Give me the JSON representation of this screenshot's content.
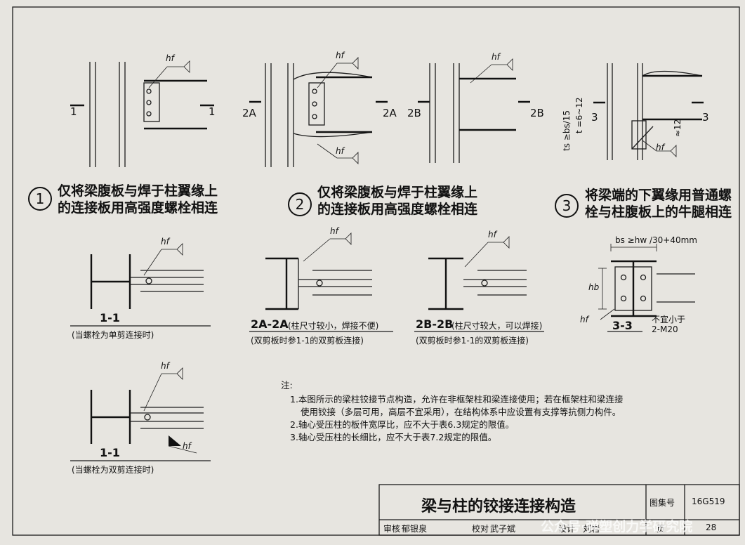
{
  "detail1": {
    "number": "1",
    "caption_line1": "仅将梁腹板与焊于柱翼缘上",
    "caption_line2": "的连接板用高强度螺栓相连",
    "cut_left": "1",
    "cut_right": "1"
  },
  "detail2": {
    "number": "2",
    "caption_line1": "仅将梁腹板与焊于柱翼缘上",
    "caption_line2": "的连接板用高强度螺栓相连",
    "cut_a_left": "2A",
    "cut_a_right": "2A",
    "cut_b_left": "2B",
    "cut_b_right": "2B"
  },
  "detail3": {
    "number": "3",
    "caption_line1": "将梁端的下翼缘用普通螺",
    "caption_line2": "栓与柱腹板上的牛腿相连",
    "cut_left": "3",
    "cut_right": "3",
    "dim_ts": "ts ≥bs/15",
    "dim_t": "t =6~12",
    "dim_gap": "≈12"
  },
  "weld_symbol": "hf",
  "section_1_1_single": {
    "title": "1-1",
    "note": "(当螺栓为单剪连接时)"
  },
  "section_1_1_double": {
    "title": "1-1",
    "note": "(当螺栓为双剪连接时)"
  },
  "section_2a": {
    "title": "2A-2A",
    "desc": "(柱尺寸较小，焊接不便)",
    "note": "(双剪板时参1-1的双剪板连接)"
  },
  "section_2b": {
    "title": "2B-2B",
    "desc": "(柱尺寸较大，可以焊接)",
    "note": "(双剪板时参1-1的双剪板连接)"
  },
  "section_3_3": {
    "title": "3-3",
    "dim_top": "bs ≥hw /30+40mm",
    "dim_hb": "hb",
    "note_line1": "不宜小于",
    "note_line2": "2-M20"
  },
  "notes": {
    "heading": "注:",
    "items": [
      "1.本图所示的梁柱铰接节点构造，允许在非框架柱和梁连接使用；若在框架柱和梁连接",
      "使用铰接（多层可用，高层不宜采用），在结构体系中应设置有支撑等抗侧力构件。",
      "2.轴心受压柱的板件宽厚比，应不大于表6.3规定的限值。",
      "3.轴心受压柱的长细比，应不大于表7.2规定的限值。"
    ]
  },
  "title_block": {
    "title": "梁与柱的铰接连接构造",
    "atlas_label": "图集号",
    "atlas_no": "16G519",
    "review_label": "审核",
    "reviewer": "郁银泉",
    "check_label": "校对",
    "checker": "武子斌",
    "design_label": "设计",
    "designer": "刘岩",
    "page_label": "页",
    "page_no": "28"
  },
  "watermark": "公众号·弹塑创力学研究院"
}
